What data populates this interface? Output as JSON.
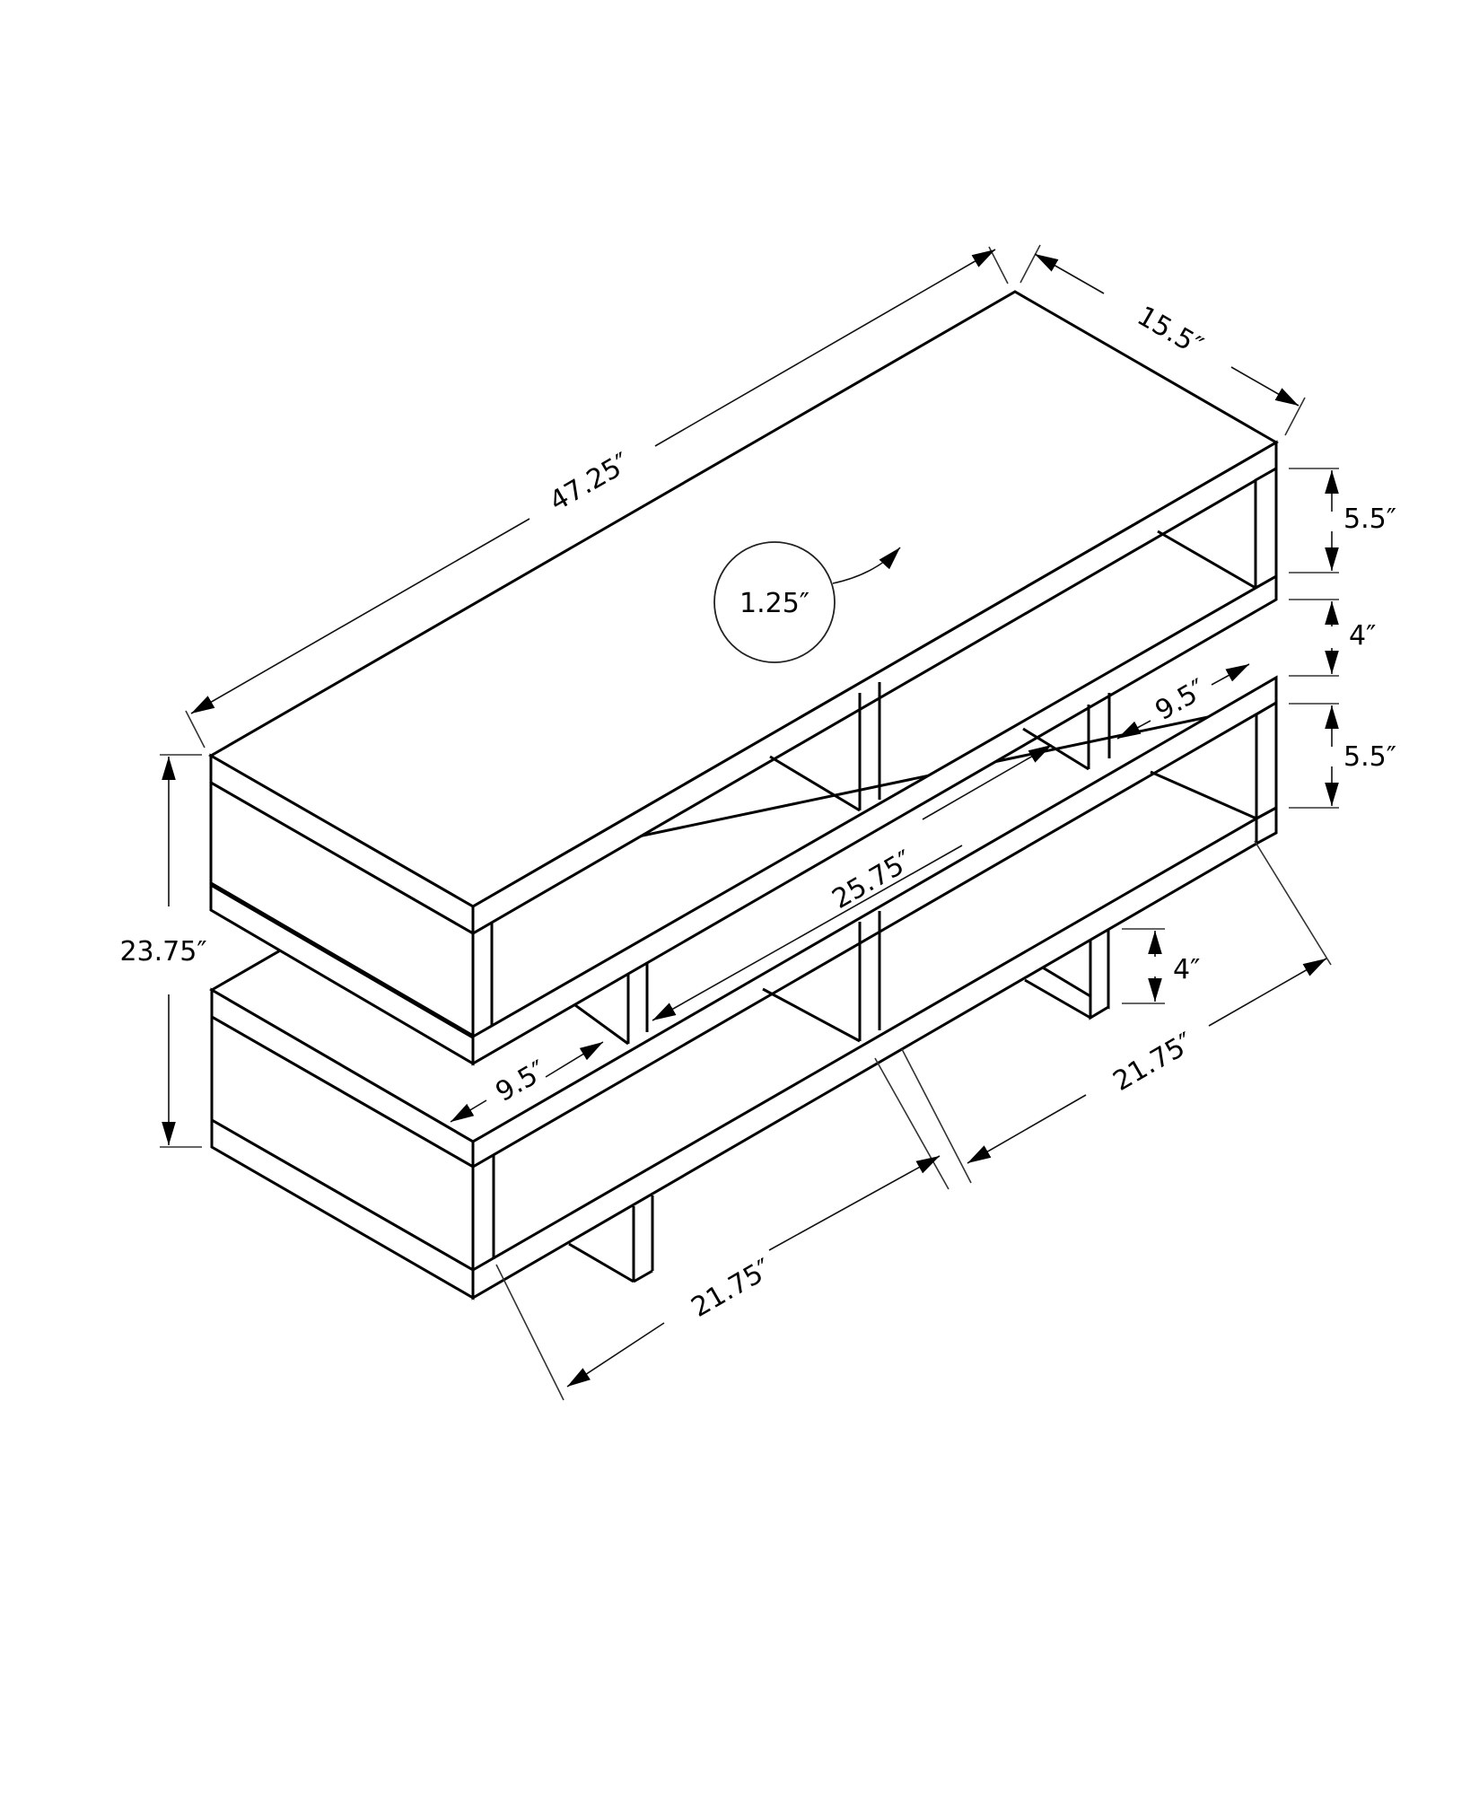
{
  "diagram": {
    "type": "dimension drawing",
    "subject": "two-tier TV stand / console, isometric line drawing",
    "dimensions": {
      "overall_width": "47.25″",
      "depth": "15.5″",
      "overall_height": "23.75″",
      "top_thickness": "1.25″",
      "upper_compartment_height": "5.5″",
      "gap_between_tiers": "4″",
      "lower_compartment_height": "5.5″",
      "leg_height": "4″",
      "inner_shelf_width": "25.75″",
      "upper_side_compartment_width": "9.5″",
      "lower_side_compartment_width": "9.5″",
      "lower_unit_width_front": "21.75″",
      "lower_unit_width_right": "21.75″"
    },
    "colors": {
      "line": "#000000",
      "background": "#ffffff"
    }
  }
}
